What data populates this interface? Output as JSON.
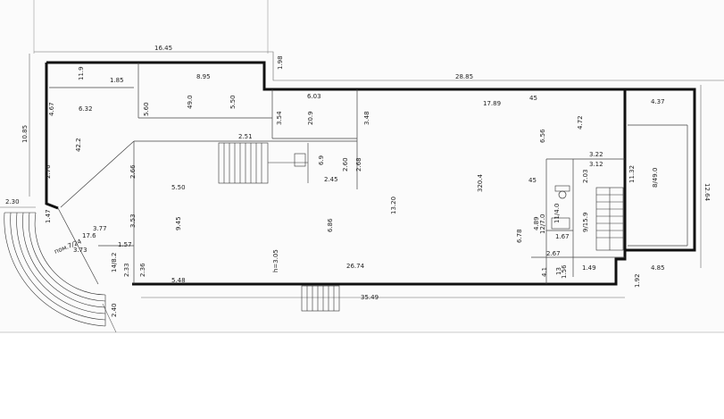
{
  "dimensions": {
    "top_left_run": "16.45",
    "top_step": "1.98",
    "top_right_run": "28.85",
    "bottom_total": "35.49",
    "bottom_inner": "26.74",
    "bottom_left": "5.48",
    "left_total": "10.85",
    "left_offset": "2.30",
    "right_total": "12.64",
    "right_offset": "1.92",
    "bottom_left_offset": "2.40",
    "stair_width": "2.51",
    "stair_run": "2.45",
    "corridor": "3.54",
    "corridor_2": "3.48"
  },
  "labels": [
    {
      "id": "room-1",
      "text": "1.85"
    },
    {
      "id": "room-2",
      "text": "11.9"
    },
    {
      "id": "room-3",
      "text": "6.32"
    },
    {
      "id": "room-4",
      "text": "8.95"
    },
    {
      "id": "room-5",
      "text": "5.60"
    },
    {
      "id": "room-6",
      "text": "49.0"
    },
    {
      "id": "room-7",
      "text": "5.50"
    },
    {
      "id": "room-8",
      "text": "6.03"
    },
    {
      "id": "room-9",
      "text": "20.9"
    },
    {
      "id": "room-10",
      "text": "17.89"
    },
    {
      "id": "room-11",
      "text": "4.72"
    },
    {
      "id": "room-12",
      "text": "6.56"
    },
    {
      "id": "room-13",
      "text": "4.37"
    },
    {
      "id": "room-14",
      "text": "8/49.0"
    },
    {
      "id": "room-15",
      "text": "11.32"
    },
    {
      "id": "room-16",
      "text": "3.22"
    },
    {
      "id": "room-17",
      "text": "3.12"
    },
    {
      "id": "room-18",
      "text": "2.03"
    },
    {
      "id": "room-19",
      "text": "13.20"
    },
    {
      "id": "room-20",
      "text": "320.4"
    },
    {
      "id": "room-21",
      "text": "5.50"
    },
    {
      "id": "room-22",
      "text": "9.45"
    },
    {
      "id": "room-23",
      "text": "6.86"
    },
    {
      "id": "room-24",
      "text": "2.66"
    },
    {
      "id": "room-25",
      "text": "3.53"
    },
    {
      "id": "room-26",
      "text": "42.2"
    },
    {
      "id": "room-27",
      "text": "4.67"
    },
    {
      "id": "room-28",
      "text": "2.60"
    },
    {
      "id": "room-29",
      "text": "2.68"
    },
    {
      "id": "room-30",
      "text": "6.9"
    },
    {
      "id": "room-31",
      "text": "3.77"
    },
    {
      "id": "room-32",
      "text": "17.6"
    },
    {
      "id": "room-33",
      "text": "3.73"
    },
    {
      "id": "room-34",
      "text": "14/8.2"
    },
    {
      "id": "room-35",
      "text": "2.33"
    },
    {
      "id": "room-36",
      "text": "1.57"
    },
    {
      "id": "room-37",
      "text": "2.36"
    },
    {
      "id": "room-38",
      "text": "h=3.05"
    },
    {
      "id": "room-39",
      "text": "6.78"
    },
    {
      "id": "room-40",
      "text": "4.89"
    },
    {
      "id": "room-41",
      "text": "12/7.0"
    },
    {
      "id": "room-42",
      "text": "11/4.0"
    },
    {
      "id": "room-43",
      "text": "1.67"
    },
    {
      "id": "room-44",
      "text": "9/15.9"
    },
    {
      "id": "room-45",
      "text": "2.67"
    },
    {
      "id": "room-46",
      "text": "1.49"
    },
    {
      "id": "room-47",
      "text": "4.85"
    },
    {
      "id": "room-48",
      "text": "1.56"
    },
    {
      "id": "room-49",
      "text": "4.1"
    },
    {
      "id": "room-50",
      "text": "13"
    },
    {
      "id": "room-51",
      "text": "45"
    },
    {
      "id": "room-52",
      "text": "45"
    },
    {
      "id": "room-53",
      "text": "2.76"
    },
    {
      "id": "room-54",
      "text": "1.47"
    },
    {
      "id": "room-55",
      "text": "пом.7/24"
    }
  ]
}
